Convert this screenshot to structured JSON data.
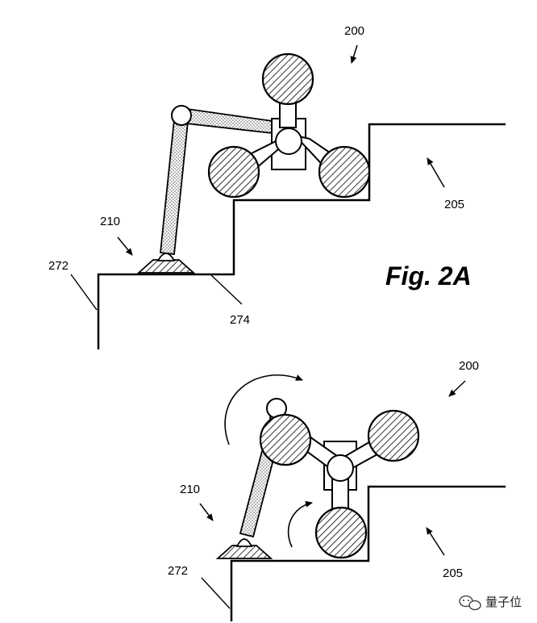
{
  "top_view": {
    "figure_label": "Fig. 2A",
    "ref_robot": "200",
    "ref_stairs": "205",
    "ref_arm": "210",
    "ref_lower_step": "272",
    "ref_step_edge": "274"
  },
  "bottom_view": {
    "ref_robot": "200",
    "ref_stairs": "205",
    "ref_arm": "210",
    "ref_lower_step": "272"
  },
  "watermark": {
    "text": "量子位",
    "icon": "wechat-logo-icon"
  },
  "colors": {
    "line": "#000000",
    "hatch": "#000000",
    "background": "#ffffff"
  }
}
